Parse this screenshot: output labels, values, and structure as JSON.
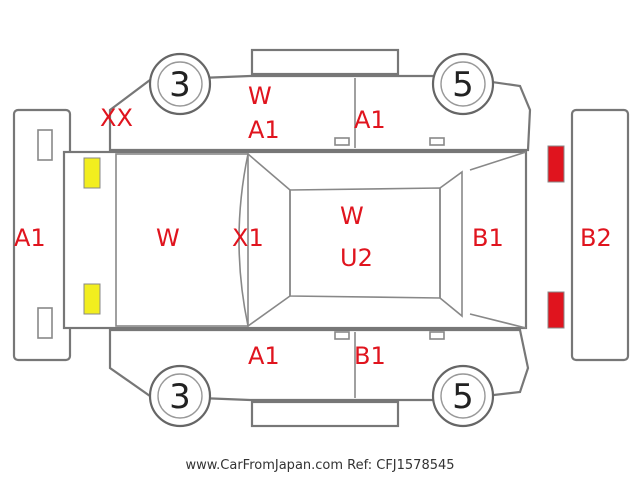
{
  "wheels": {
    "front_left": "3",
    "rear_left": "5",
    "front_right": "3",
    "rear_right": "5"
  },
  "damage_marks": {
    "front_bumper": "A1",
    "front_corner": "XX",
    "hood": "W",
    "windshield": "X1",
    "roof_line1": "W",
    "roof_line2": "U2",
    "rear_glass": "B1",
    "rear_bumper": "B2",
    "top_pillar_line1": "W",
    "top_pillar_line2": "A1",
    "top_rear_door": "A1",
    "bottom_front_door": "A1",
    "bottom_rear_door": "B1"
  },
  "lamps": {
    "front_color": "#f2ee1f",
    "rear_color": "#e0141e"
  },
  "footer": "www.CarFromJapan.com Ref: CFJ1578545"
}
